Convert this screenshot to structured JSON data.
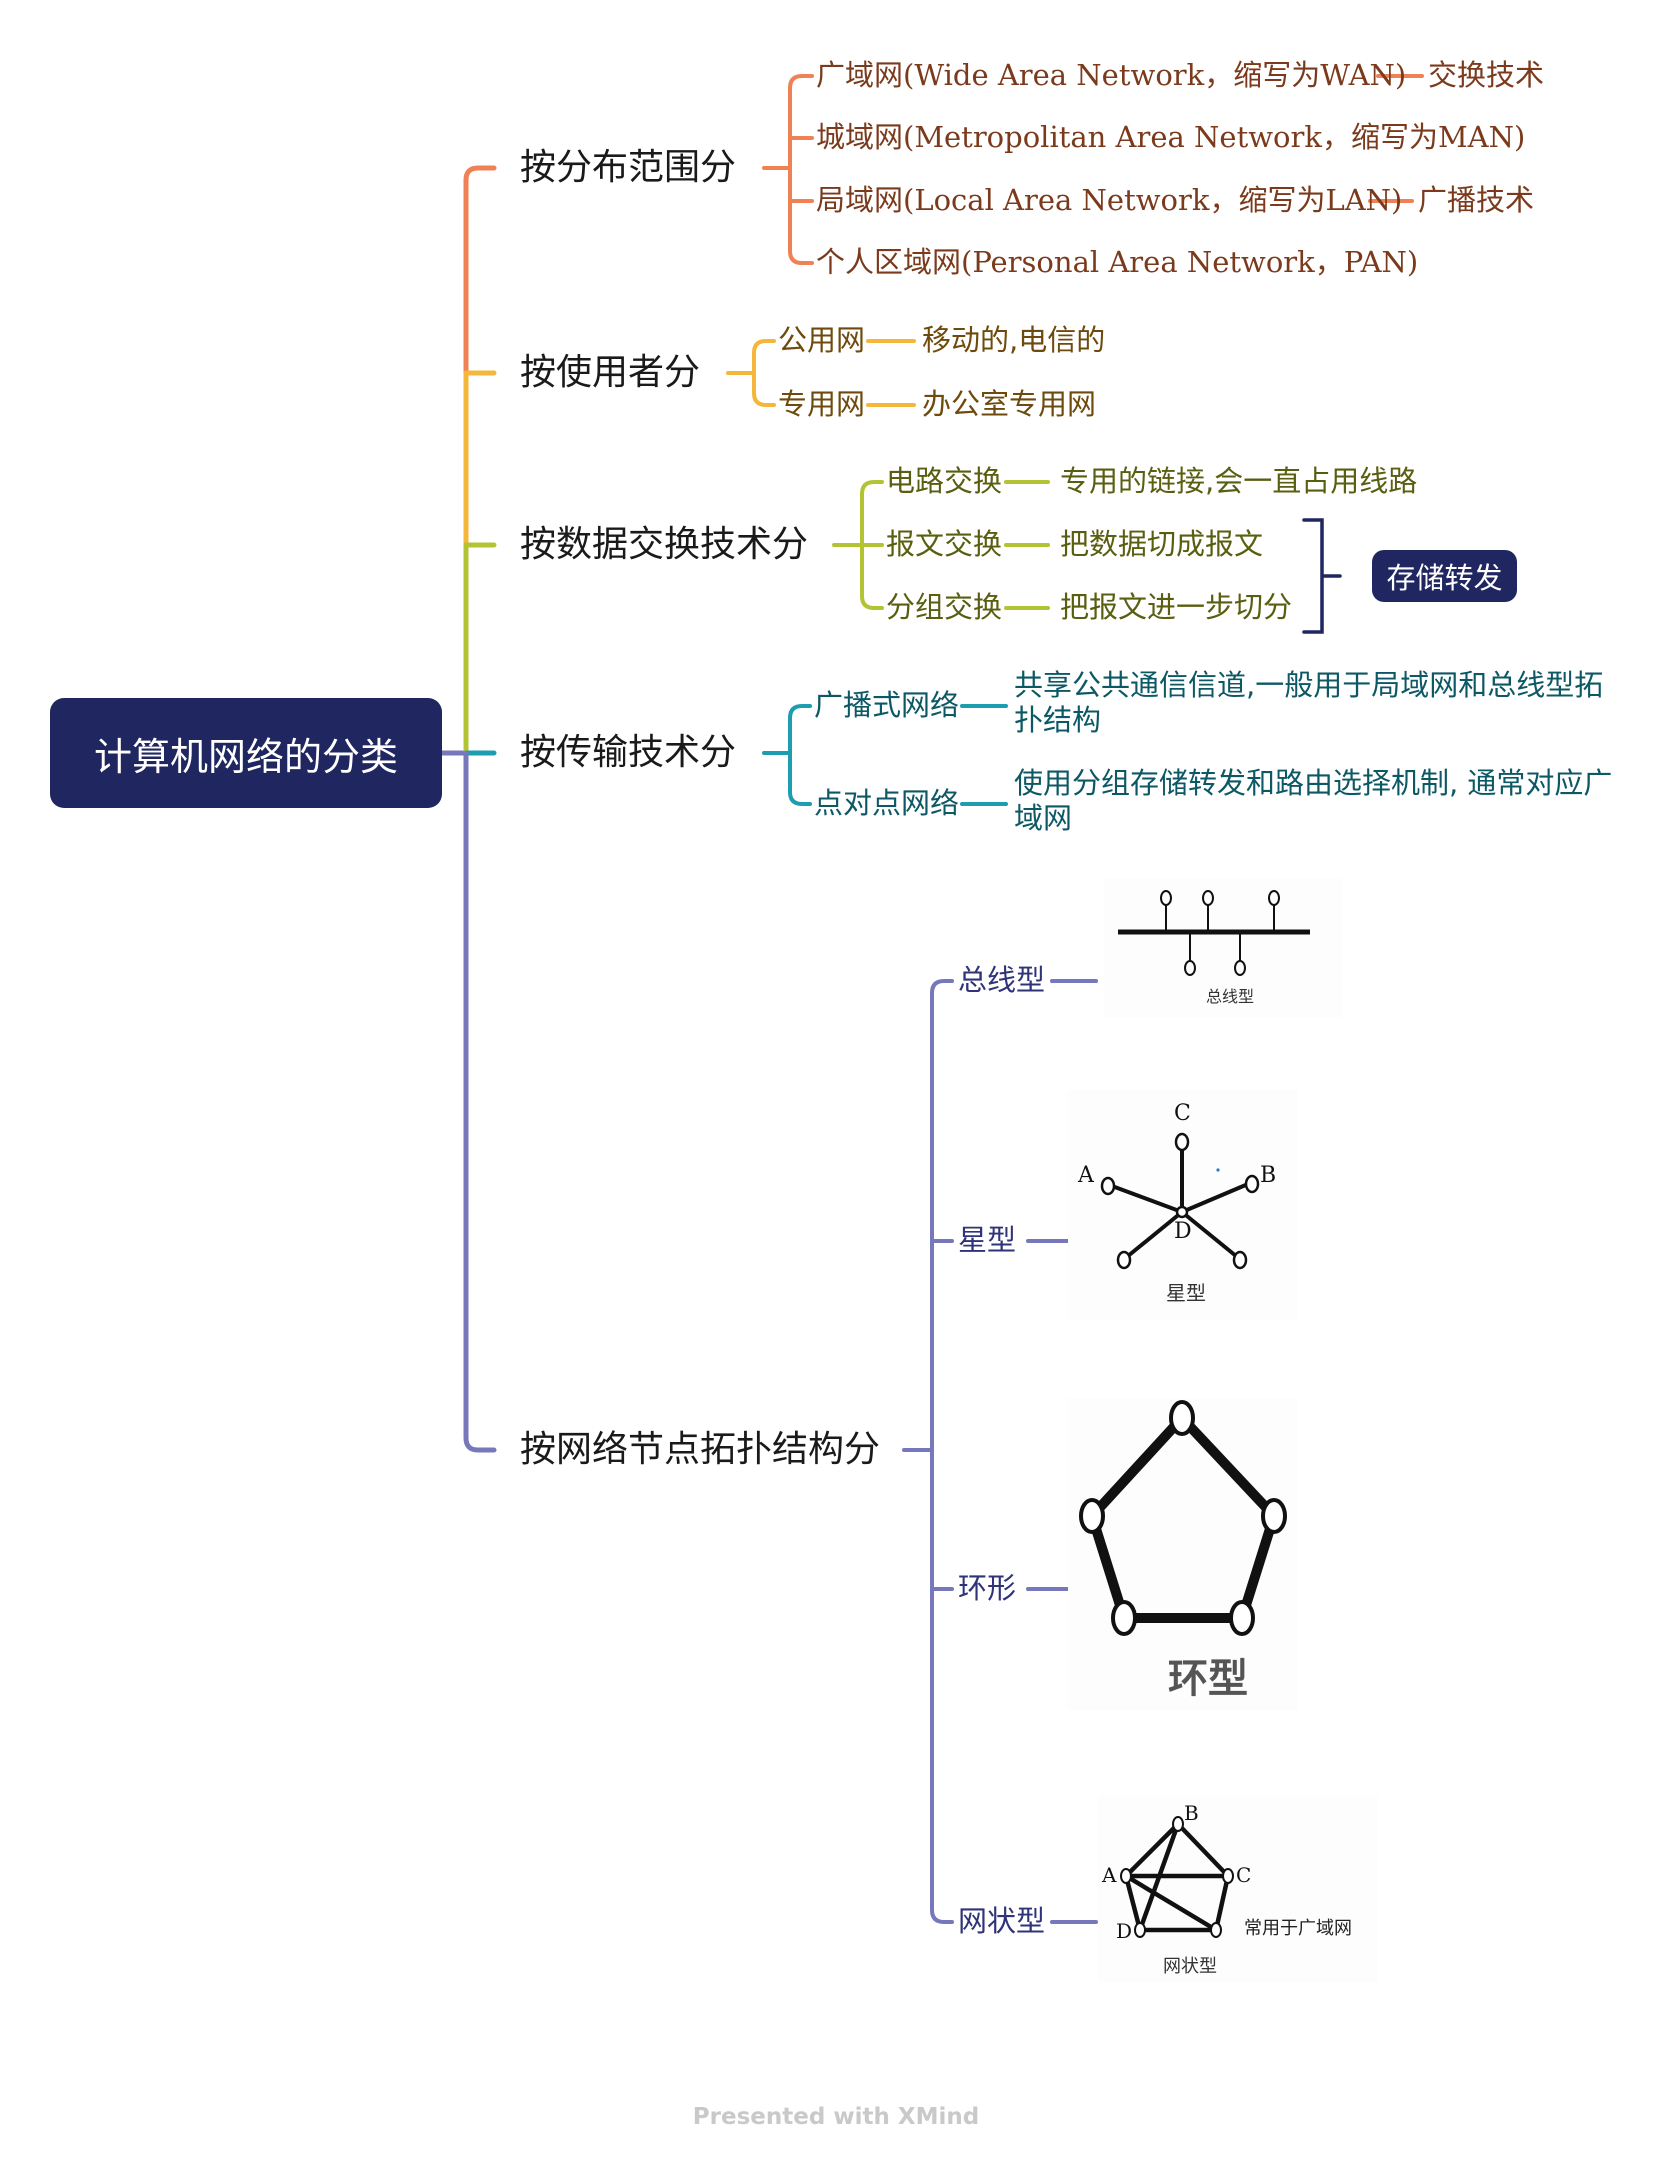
{
  "root": {
    "label": "计算机网络的分类"
  },
  "colors": {
    "root_bg": "#1f2660",
    "branch_range": "#ef8155",
    "branch_user": "#f5b63c",
    "branch_switch": "#b2c434",
    "branch_transmission": "#1c9db0",
    "branch_topology": "#7777bb"
  },
  "branches": {
    "range": {
      "label": "按分布范围分",
      "items": [
        {
          "label": "广域网(Wide Area Network，缩写为WAN)",
          "note": "交换技术"
        },
        {
          "label": "城域网(Metropolitan Area Network，缩写为MAN)"
        },
        {
          "label": "局域网(Local Area Network，缩写为LAN)",
          "note": "广播技术"
        },
        {
          "label": "个人区域网(Personal Area Network，PAN)"
        }
      ]
    },
    "user": {
      "label": "按使用者分",
      "items": [
        {
          "label": "公用网",
          "note": "移动的,电信的"
        },
        {
          "label": "专用网",
          "note": "办公室专用网"
        }
      ]
    },
    "switching": {
      "label": "按数据交换技术分",
      "items": [
        {
          "label": "电路交换",
          "note": "专用的链接,会一直占用线路"
        },
        {
          "label": "报文交换",
          "note": "把数据切成报文"
        },
        {
          "label": "分组交换",
          "note": "把报文进一步切分"
        }
      ],
      "summary": "存储转发"
    },
    "transmission": {
      "label": "按传输技术分",
      "items": [
        {
          "label": "广播式网络",
          "note": "共享公共通信信道,一般用于局域网和总线型拓扑结构"
        },
        {
          "label": "点对点网络",
          "note": "使用分组存储转发和路由选择机制, 通常对应广域网"
        }
      ]
    },
    "topology": {
      "label": "按网络节点拓扑结构分",
      "items": [
        {
          "label": "总线型",
          "image_caption": "总线型"
        },
        {
          "label": "星型",
          "image_caption": "星型",
          "node_labels": [
            "C",
            "A",
            "B",
            "D"
          ]
        },
        {
          "label": "环形",
          "image_caption": "环型"
        },
        {
          "label": "网状型",
          "image_caption": "网状型",
          "node_labels": [
            "B",
            "A",
            "C",
            "D"
          ],
          "image_note": "常用于广域网"
        }
      ]
    }
  },
  "footer": "Presented with XMind"
}
